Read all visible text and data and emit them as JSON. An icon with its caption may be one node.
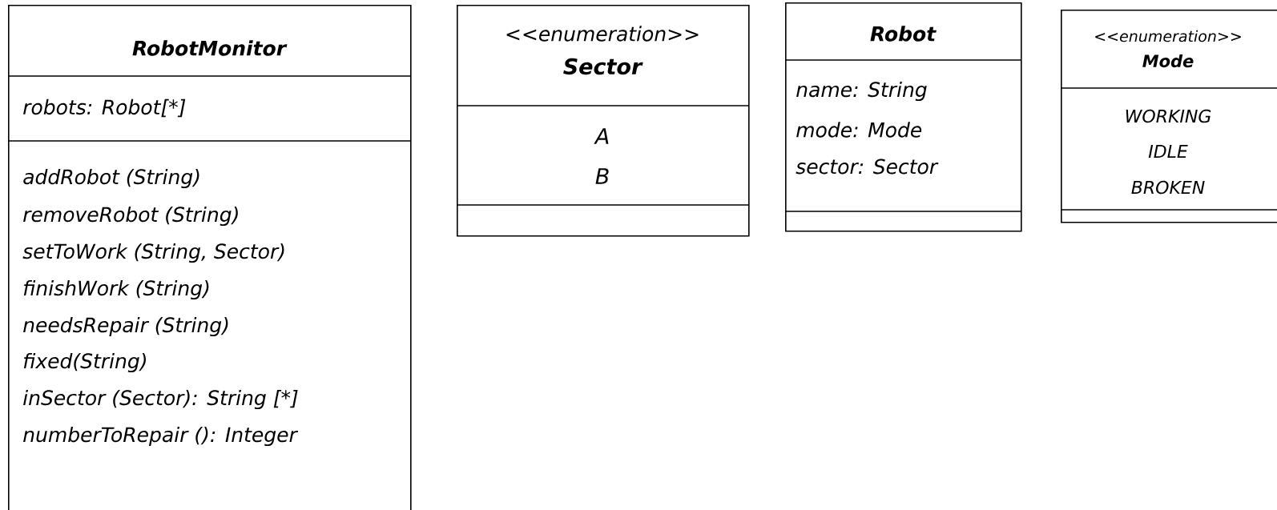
{
  "diagram": {
    "nodes": [
      {
        "text": [
          "RobotMonitor",
          "robots: Robot[*]",
          "addRobot (String)",
          "removeRobot (String)",
          "setToWork (String, Sector)",
          "finishWork (String)",
          "needsRepair (String)",
          "fixed(String)",
          "inSector (Sector): String [*]",
          "numberToRepair (): Integer"
        ]
      },
      {
        "text": [
          "<<enumeration>>",
          "Sector",
          "A",
          "B"
        ]
      },
      {
        "text": [
          "Robot",
          "name: String",
          "mode: Mode",
          "sector: Sector"
        ]
      },
      {
        "text": [
          "<<enumeration>>",
          "Mode",
          "WORKING",
          "IDLE",
          "BROKEN"
        ]
      }
    ]
  }
}
